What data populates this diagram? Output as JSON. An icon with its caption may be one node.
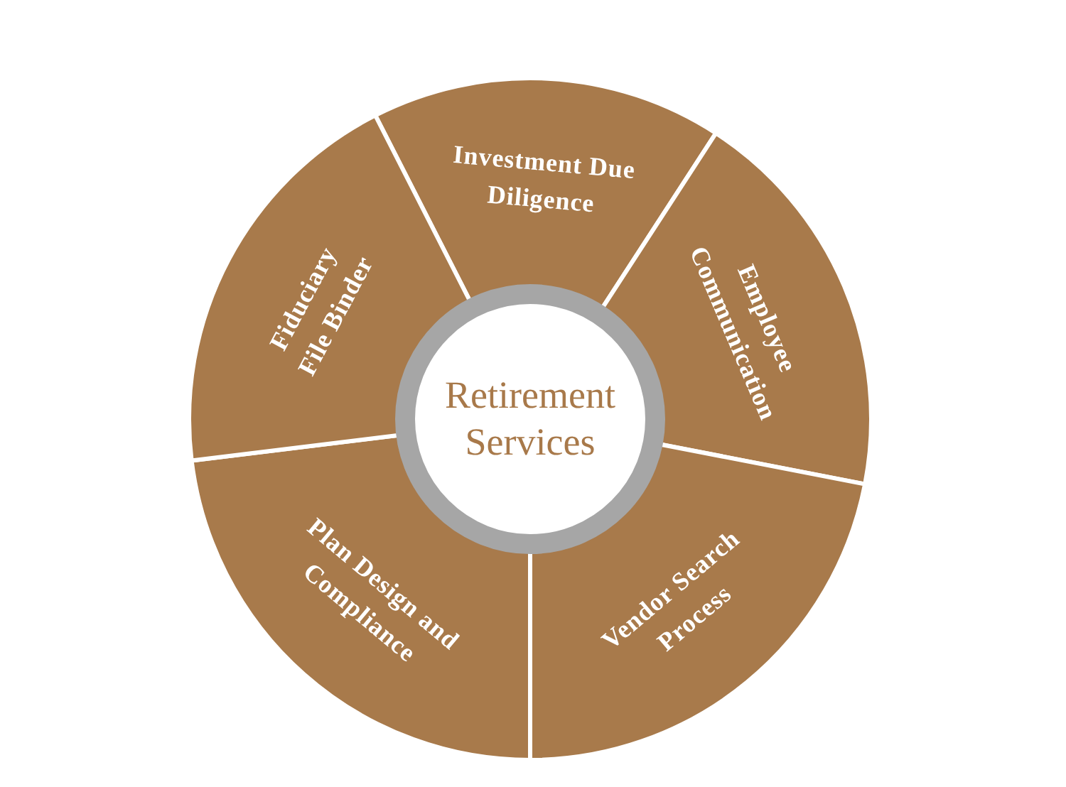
{
  "diagram": {
    "nodes": [
      {
        "text": [
          "Retirement Services"
        ]
      },
      {
        "text": [
          "Investment Due Diligence"
        ]
      },
      {
        "text": [
          "Employee Communication"
        ]
      },
      {
        "text": [
          "Vendor Search Process"
        ]
      },
      {
        "text": [
          "Plan Design and Compliance"
        ]
      },
      {
        "text": [
          "Fiduciary File Binder"
        ]
      }
    ],
    "edges": []
  }
}
